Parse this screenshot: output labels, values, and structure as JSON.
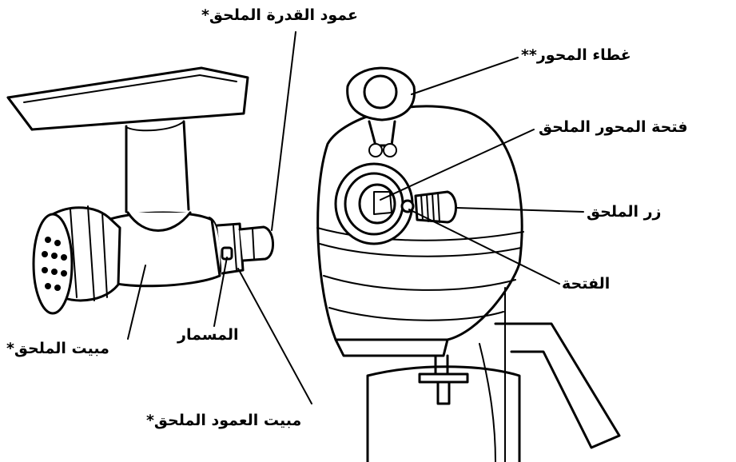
{
  "labels": {
    "power_shaft": "عمود القدرة الملحق*",
    "hub_cover": "غطاء المحور**",
    "hub_socket": "فتحة المحور الملحق",
    "knob": "زر الملحق",
    "hole": "الفتحة",
    "pin": "المسمار",
    "housing": "مبيت الملحق*",
    "shaft_housing": "مبيت العمود الملحق*"
  },
  "colors": {
    "line": "#000000",
    "fill": "#ffffff"
  }
}
